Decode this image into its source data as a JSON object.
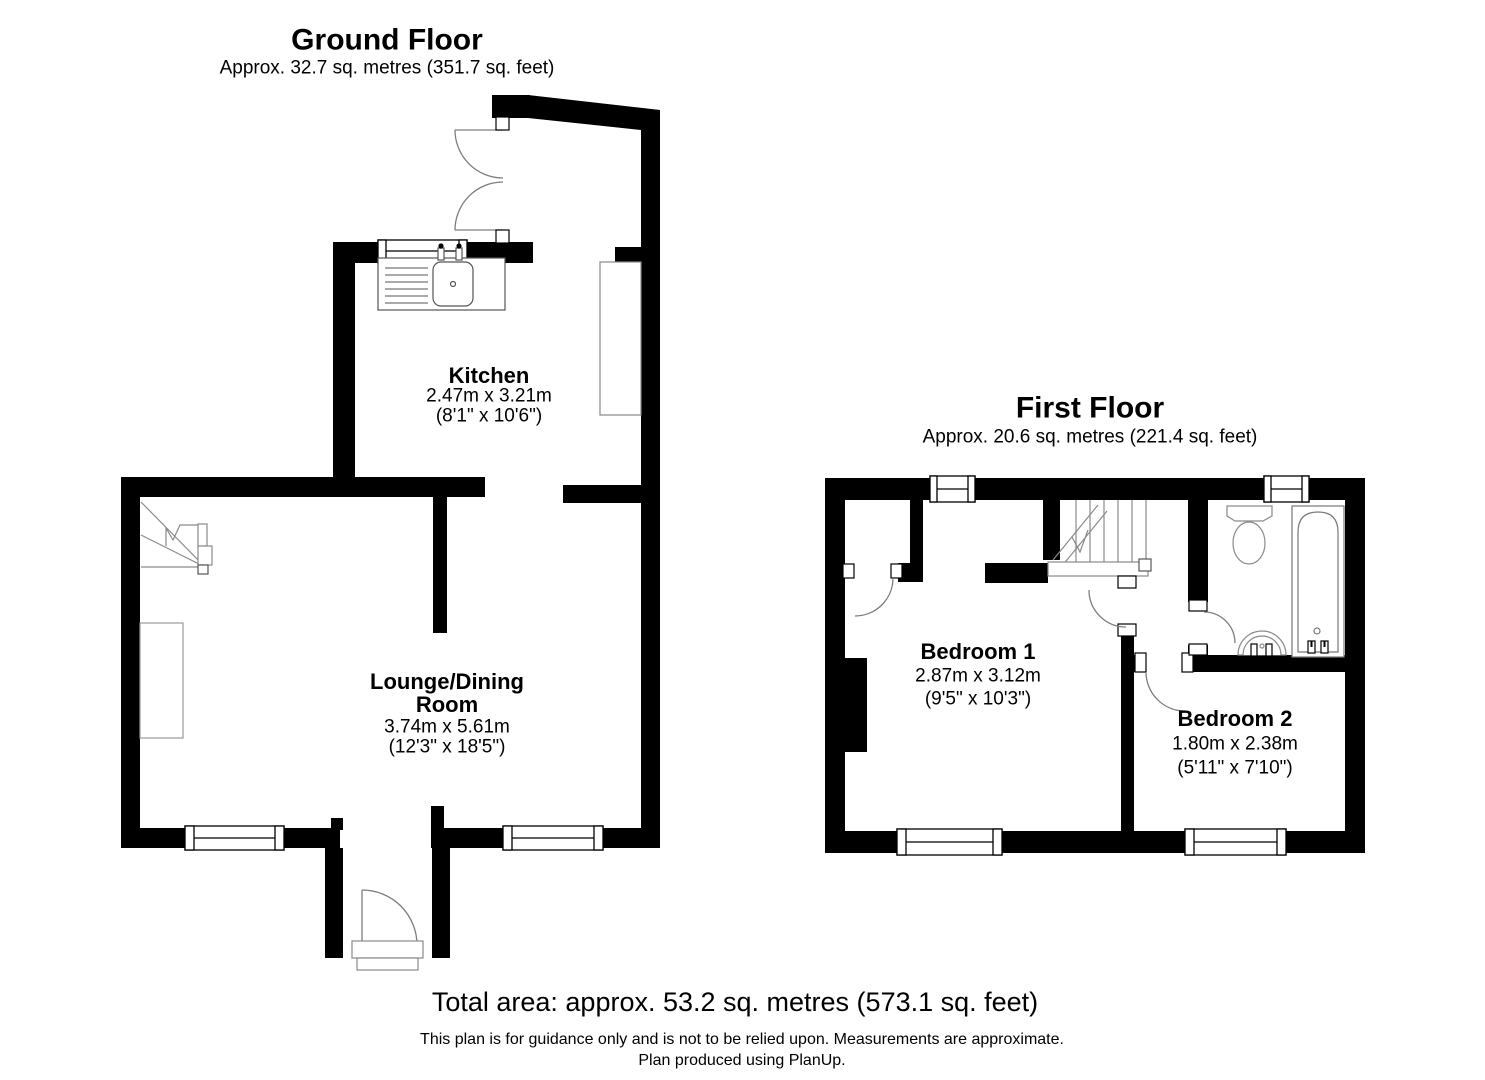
{
  "page": {
    "background": "#ffffff",
    "wall_color": "#000000",
    "line_color": "#808080"
  },
  "ground_floor": {
    "title": "Ground Floor",
    "area": "Approx. 32.7 sq. metres (351.7 sq. feet)",
    "kitchen": {
      "name": "Kitchen",
      "metric": "2.47m x 3.21m",
      "imperial": "(8'1\" x 10'6\")"
    },
    "lounge": {
      "name_line1": "Lounge/Dining",
      "name_line2": "Room",
      "metric": "3.74m x 5.61m",
      "imperial": "(12'3\" x 18'5\")"
    },
    "symbols": [
      "entrance-double-doors",
      "kitchen-sink-unit",
      "worktop-unit",
      "winder-stairs",
      "front-door-porch",
      "windows"
    ]
  },
  "first_floor": {
    "title": "First Floor",
    "area": "Approx. 20.6 sq. metres (221.4 sq. feet)",
    "bedroom1": {
      "name": "Bedroom 1",
      "metric": "2.87m x 3.12m",
      "imperial": "(9'5\" x 10'3\")"
    },
    "bedroom2": {
      "name": "Bedroom 2",
      "metric": "1.80m x 2.38m",
      "imperial": "(5'11\" x 7'10\")"
    },
    "symbols": [
      "stairs",
      "landing-doors",
      "toilet",
      "bathtub",
      "wash-basin",
      "windows"
    ]
  },
  "footer": {
    "total_area": "Total area: approx. 53.2 sq. metres (573.1 sq. feet)",
    "disclaimer": "This plan is for guidance only and is not to be relied upon. Measurements are approximate.",
    "credit": "Plan produced using PlanUp."
  }
}
